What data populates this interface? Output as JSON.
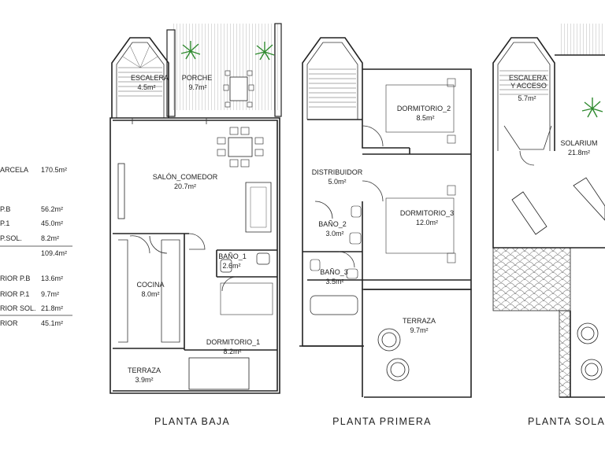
{
  "legend": [
    {
      "label": "ARCELA",
      "value": "170.5m²"
    },
    {
      "label": "P.B",
      "value": "56.2m²"
    },
    {
      "label": "P.1",
      "value": "45.0m²"
    },
    {
      "label": "P.SOL.",
      "value": "8.2m²"
    },
    {
      "label": "",
      "value": "109.4m²"
    },
    {
      "label": "RIOR P.B",
      "value": "13.6m²"
    },
    {
      "label": "RIOR P.1",
      "value": "9.7m²"
    },
    {
      "label": "RIOR SOL.",
      "value": "21.8m²"
    },
    {
      "label": "RIOR",
      "value": "45.1m²"
    }
  ],
  "plans": {
    "baja": {
      "title": "PLANTA BAJA",
      "rooms": [
        {
          "key": "escalera",
          "name": "ESCALERA",
          "area": "4.5m²"
        },
        {
          "key": "porche",
          "name": "PORCHE",
          "area": "9.7m²"
        },
        {
          "key": "salon",
          "name": "SALÓN_COMEDOR",
          "area": "20.7m²"
        },
        {
          "key": "bano1",
          "name": "BAÑO_1",
          "area": "2.6m²"
        },
        {
          "key": "cocina",
          "name": "COCINA",
          "area": "8.0m²"
        },
        {
          "key": "dormitorio1",
          "name": "DORMITORIO_1",
          "area": "8.2m²"
        },
        {
          "key": "terraza",
          "name": "TERRAZA",
          "area": "3.9m²"
        }
      ]
    },
    "primera": {
      "title": "PLANTA PRIMERA",
      "rooms": [
        {
          "key": "dormitorio2",
          "name": "DORMITORIO_2",
          "area": "8.5m²"
        },
        {
          "key": "distribuidor",
          "name": "DISTRIBUIDOR",
          "area": "5.0m²"
        },
        {
          "key": "dormitorio3",
          "name": "DORMITORIO_3",
          "area": "12.0m²"
        },
        {
          "key": "bano2",
          "name": "BAÑO_2",
          "area": "3.0m²"
        },
        {
          "key": "bano3",
          "name": "BAÑO_3",
          "area": "3.5m²"
        },
        {
          "key": "terraza",
          "name": "TERRAZA",
          "area": "9.7m²"
        }
      ]
    },
    "solarium": {
      "title": "PLANTA SOLARIUM",
      "rooms": [
        {
          "key": "escalera",
          "name": "ESCALERA",
          "name2": "Y ACCESO",
          "area": "5.7m²"
        },
        {
          "key": "solarium",
          "name": "SOLARIUM",
          "area": "21.8m²"
        }
      ]
    }
  }
}
